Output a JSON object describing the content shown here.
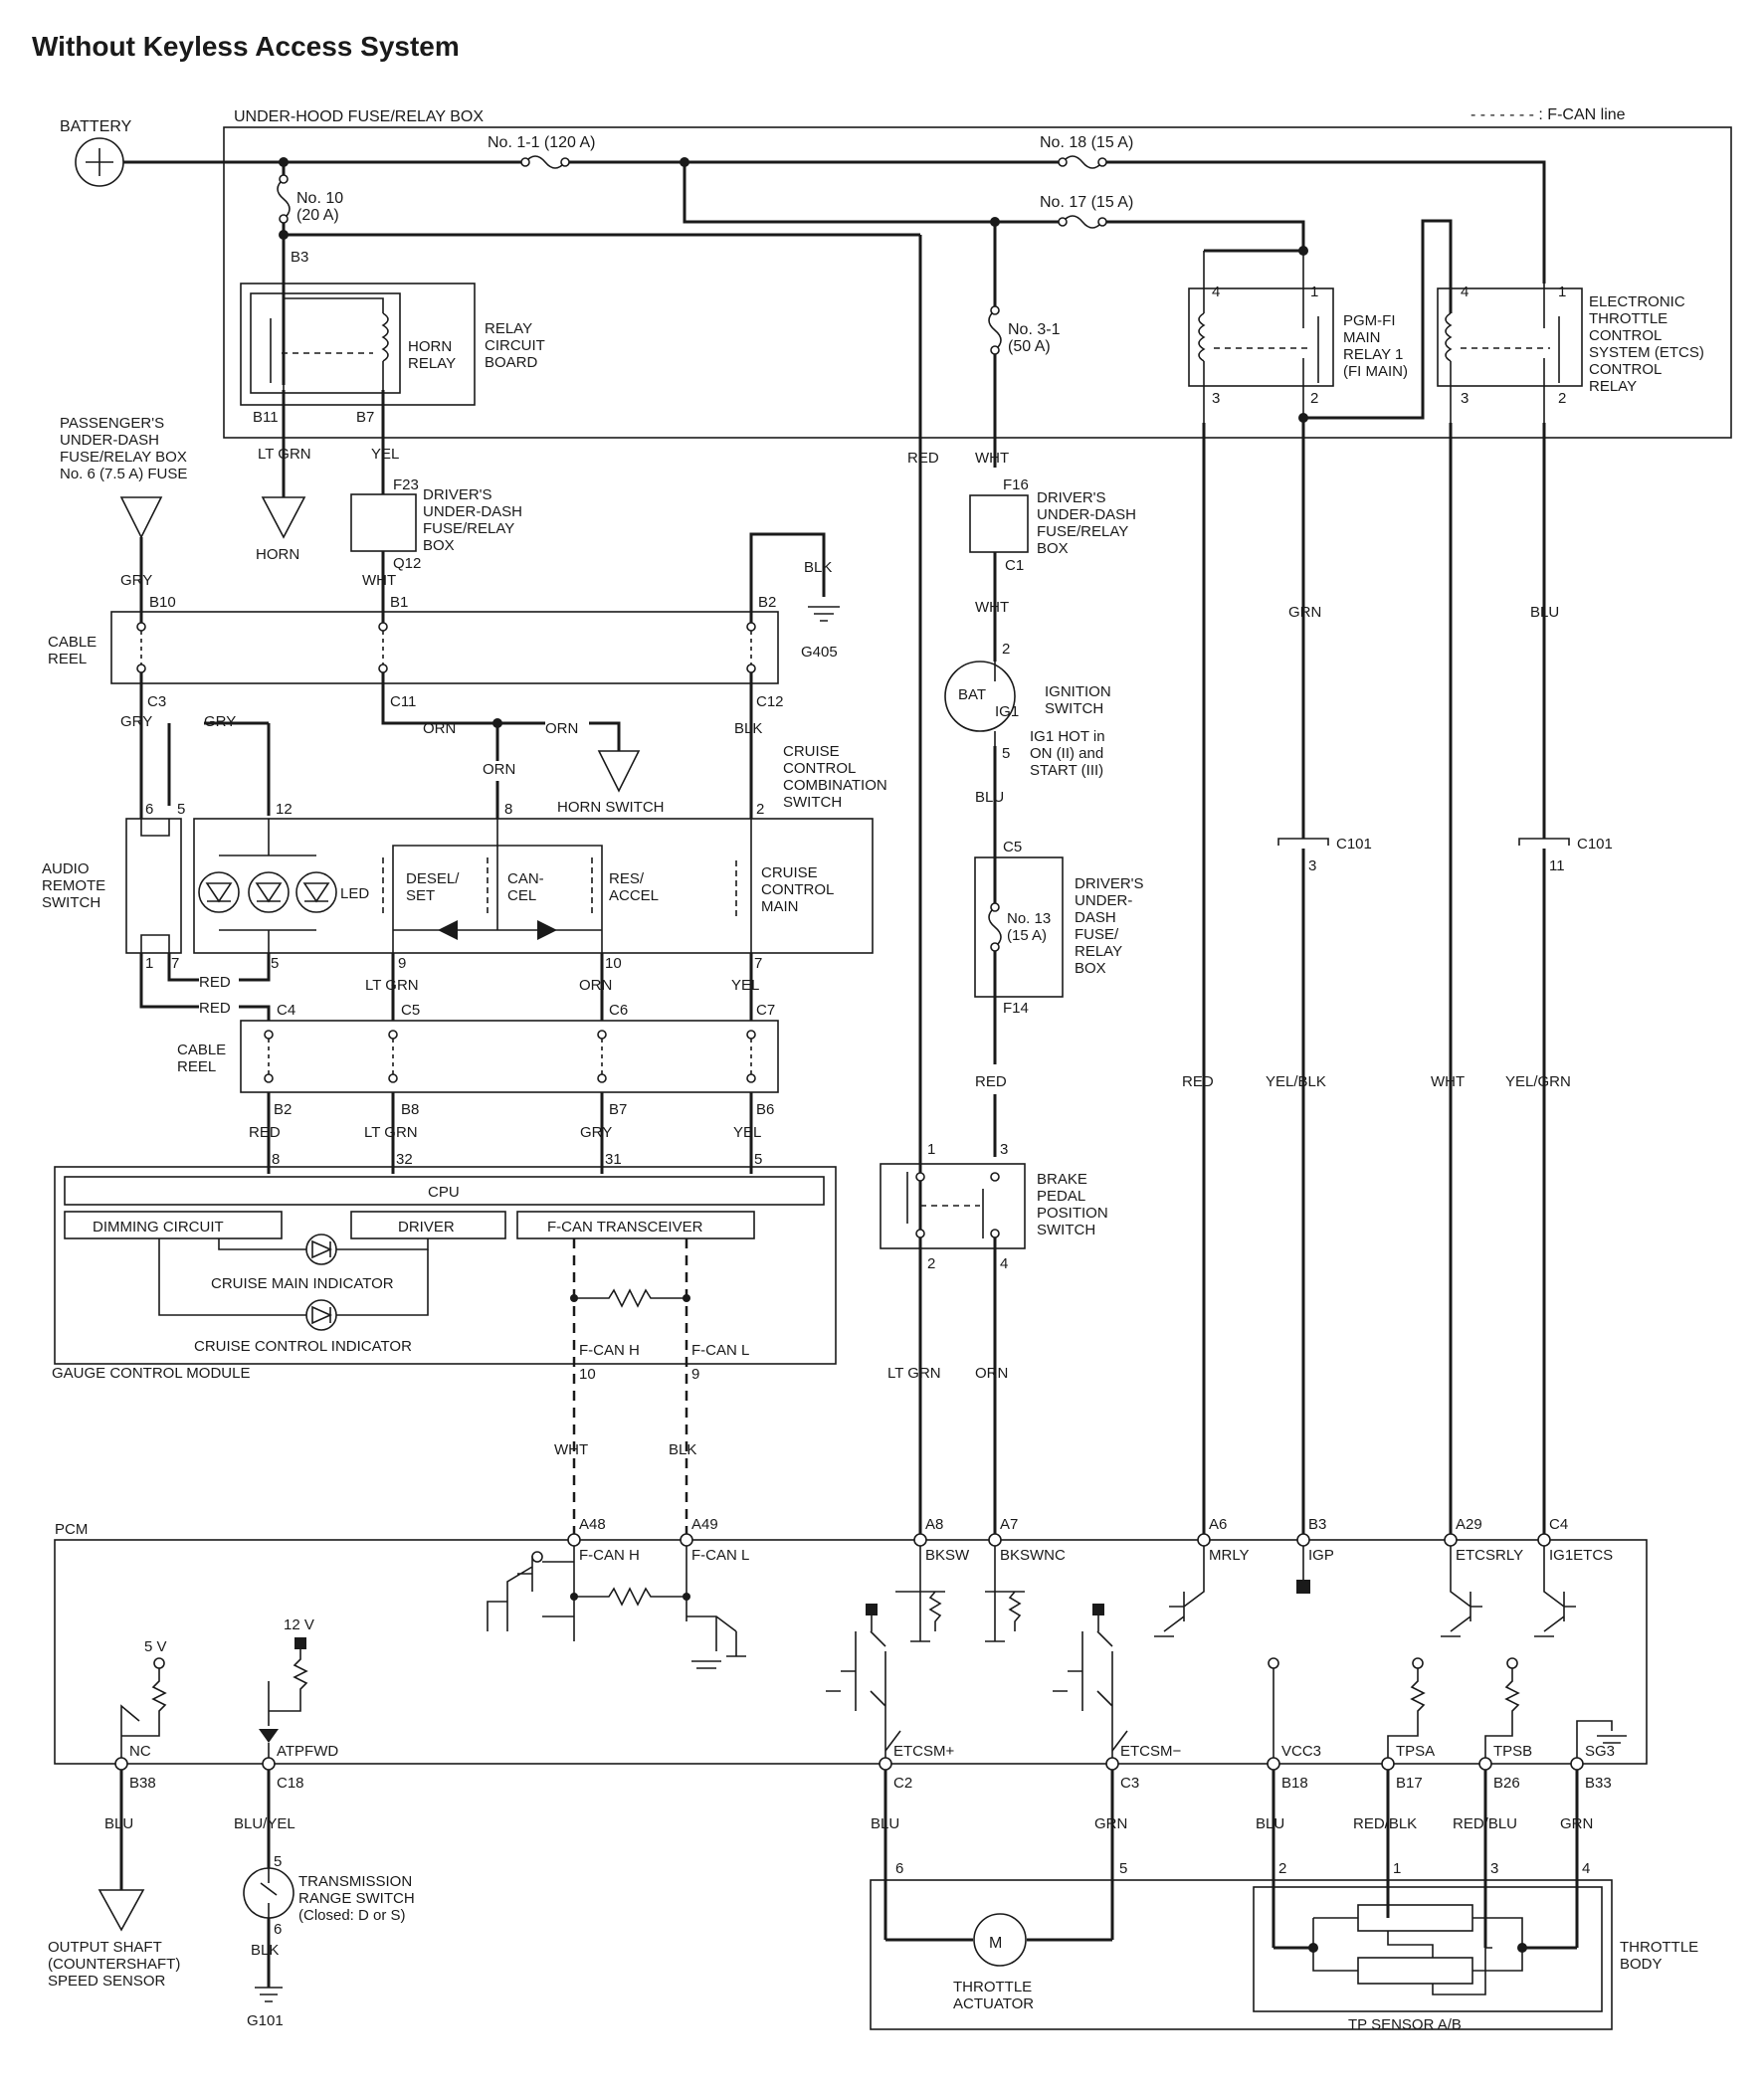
{
  "title": "Without Keyless Access System",
  "legend": "- - - - - - - : F-CAN line",
  "top": {
    "under_hood_box": "UNDER-HOOD FUSE/RELAY BOX",
    "battery": "BATTERY",
    "fuse_1_1": "No. 1-1 (120 A)",
    "fuse_18": "No. 18 (15 A)",
    "fuse_17": "No. 17 (15 A)",
    "fuse_10": [
      "No. 10",
      "(20 A)"
    ],
    "fuse_3_1": [
      "No. 3-1",
      "(50 A)"
    ],
    "relay_circuit_board": [
      "RELAY",
      "CIRCUIT",
      "BOARD"
    ],
    "horn_relay": [
      "HORN",
      "RELAY"
    ],
    "pgm_fi_relay": [
      "PGM-FI",
      "MAIN",
      "RELAY 1",
      "(FI MAIN)"
    ],
    "etcs_relay": [
      "ELECTRONIC",
      "THROTTLE",
      "CONTROL",
      "SYSTEM (ETCS)",
      "CONTROL",
      "RELAY"
    ],
    "pins": {
      "b3": "B3",
      "b11": "B11",
      "b7": "B7",
      "r1_4": "4",
      "r1_1": "1",
      "r1_3": "3",
      "r1_2": "2",
      "r2_4": "4",
      "r2_1": "1",
      "r2_3": "3",
      "r2_2": "2"
    }
  },
  "left": {
    "passenger_box": [
      "PASSENGER'S",
      "UNDER-DASH",
      "FUSE/RELAY BOX",
      "No. 6 (7.5 A) FUSE"
    ],
    "horn": "HORN",
    "drivers_box_1": [
      "DRIVER'S",
      "UNDER-DASH",
      "FUSE/RELAY",
      "BOX"
    ],
    "cable_reel": [
      "CABLE",
      "REEL"
    ],
    "g405": "G405",
    "horn_switch": "HORN SWITCH",
    "cruise_combo": [
      "CRUISE",
      "CONTROL",
      "COMBINATION",
      "SWITCH"
    ],
    "audio_remote": [
      "AUDIO",
      "REMOTE",
      "SWITCH"
    ],
    "led": "LED",
    "desel_set": [
      "DESEL/",
      "SET"
    ],
    "cancel": [
      "CAN-",
      "CEL"
    ],
    "res_accel": [
      "RES/",
      "ACCEL"
    ],
    "cruise_main": [
      "CRUISE",
      "CONTROL",
      "MAIN"
    ],
    "wires": {
      "lt_grn": "LT GRN",
      "yel": "YEL",
      "gry": "GRY",
      "wht": "WHT",
      "blk": "BLK",
      "orn": "ORN",
      "red": "RED"
    },
    "pins": {
      "f23": "F23",
      "q12": "Q12",
      "b10": "B10",
      "b1": "B1",
      "b2": "B2",
      "c3": "C3",
      "c11": "C11",
      "c12": "C12",
      "p6": "6",
      "p5": "5",
      "p12": "12",
      "p8": "8",
      "p2": "2",
      "p1": "1",
      "p7": "7",
      "p5b": "5",
      "p9": "9",
      "p10": "10",
      "p7b": "7",
      "c4": "C4",
      "c5": "C5",
      "c6": "C6",
      "c7": "C7",
      "rb2": "B2",
      "rb8": "B8",
      "rb7": "B7",
      "rb6": "B6",
      "g8": "8",
      "g32": "32",
      "g31": "31",
      "g5": "5"
    }
  },
  "gauge": {
    "cpu": "CPU",
    "dimming": "DIMMING CIRCUIT",
    "driver": "DRIVER",
    "fcan_transceiver": "F-CAN TRANSCEIVER",
    "cruise_main_ind": "CRUISE MAIN INDICATOR",
    "cruise_ctrl_ind": "CRUISE CONTROL INDICATOR",
    "module": "GAUGE CONTROL MODULE",
    "fcan_h": "F-CAN H",
    "fcan_l": "F-CAN L",
    "p10": "10",
    "p9": "9"
  },
  "middle": {
    "drivers_box_2": [
      "DRIVER'S",
      "UNDER-DASH",
      "FUSE/RELAY",
      "BOX"
    ],
    "f16": "F16",
    "c1": "C1",
    "ignition": [
      "IGNITION",
      "SWITCH"
    ],
    "ig1_hot": [
      "IG1 HOT in",
      "ON (II) and",
      "START (III)"
    ],
    "bat": "BAT",
    "ig1": "IG1",
    "p2": "2",
    "p5": "5",
    "c5": "C5",
    "fuse_13": [
      "No. 13",
      "(15 A)"
    ],
    "drivers_box_3": [
      "DRIVER'S",
      "UNDER-",
      "DASH",
      "FUSE/",
      "RELAY",
      "BOX"
    ],
    "f14": "F14",
    "brake": [
      "BRAKE",
      "PEDAL",
      "POSITION",
      "SWITCH"
    ],
    "bp1": "1",
    "bp3": "3",
    "bp2": "2",
    "bp4": "4",
    "c101a": "C101",
    "c101b": "C101",
    "c101_3": "3",
    "c101_11": "11",
    "wires": {
      "red": "RED",
      "wht": "WHT",
      "blu": "BLU",
      "grn": "GRN",
      "yel_blk": "YEL/BLK",
      "yel_grn": "YEL/GRN",
      "lt_grn": "LT GRN",
      "orn": "ORN",
      "blk": "BLK"
    }
  },
  "pcm": {
    "label": "PCM",
    "pins": {
      "a48": "A48",
      "a49": "A49",
      "a8": "A8",
      "a7": "A7",
      "a6": "A6",
      "b3": "B3",
      "a29": "A29",
      "c4": "C4",
      "b38": "B38",
      "c18": "C18",
      "c2": "C2",
      "c3": "C3",
      "b18": "B18",
      "b17": "B17",
      "b26": "B26",
      "b33": "B33"
    },
    "signals": {
      "fcanh": "F-CAN H",
      "fcanl": "F-CAN L",
      "bksw": "BKSW",
      "bkswnc": "BKSWNC",
      "mrly": "MRLY",
      "igp": "IGP",
      "etcsrly": "ETCSRLY",
      "ig1etcs": "IG1ETCS",
      "nc": "NC",
      "atpfwd": "ATPFWD",
      "etcsmp": "ETCSM+",
      "etcsmm": "ETCSM−",
      "vcc3": "VCC3",
      "tpsa": "TPSA",
      "tpsb": "TPSB",
      "sg3": "SG3"
    },
    "v5": "5 V",
    "v12": "12 V"
  },
  "bottom": {
    "wires": {
      "blu": "BLU",
      "blu_yel": "BLU/YEL",
      "grn": "GRN",
      "red_blk": "RED/BLK",
      "red_blu": "RED/BLU",
      "blk": "BLK"
    },
    "output_shaft": [
      "OUTPUT SHAFT",
      "(COUNTERSHAFT)",
      "SPEED SENSOR"
    ],
    "trans_switch": [
      "TRANSMISSION",
      "RANGE SWITCH",
      "(Closed: D or S)"
    ],
    "g101": "G101",
    "throttle_actuator": [
      "THROTTLE",
      "ACTUATOR"
    ],
    "motor": "M",
    "tp_sensor": "TP SENSOR A/B",
    "throttle_body": [
      "THROTTLE",
      "BODY"
    ],
    "pins": {
      "p6": "6",
      "p5": "5",
      "p2": "2",
      "p1": "1",
      "p3": "3",
      "p4": "4",
      "t5": "5",
      "t6": "6"
    }
  }
}
